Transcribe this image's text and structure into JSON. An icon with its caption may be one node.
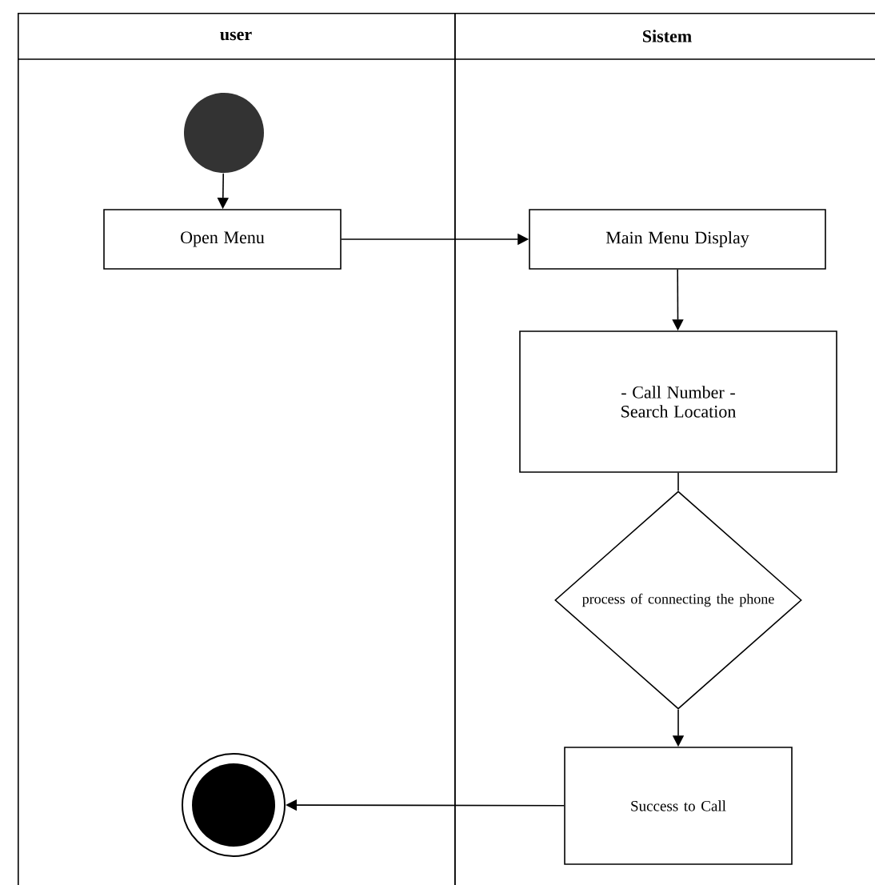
{
  "diagram": {
    "nodes": [
      {
        "text": [
          "user"
        ]
      },
      {
        "text": [
          "Sistem"
        ]
      },
      {
        "text": [],
        "shape": "circle",
        "in": 0
      },
      {
        "text": [
          "Open Menu"
        ],
        "in": 0
      },
      {
        "text": [
          "Main Menu Display"
        ],
        "in": 1
      },
      {
        "text": [
          "- Call Number - Search Location"
        ],
        "in": 1
      },
      {
        "text": [
          "process of connecting the phone"
        ],
        "in": 1
      },
      {
        "text": [
          "Success to Call"
        ],
        "in": 1
      },
      {
        "text": [],
        "shape": "circle",
        "in": 0
      }
    ],
    "edges": [
      {
        "from": 2,
        "to": 3,
        "arrow": "to"
      },
      {
        "from": 3,
        "to": 4,
        "arrow": "to"
      },
      {
        "from": 4,
        "to": 5,
        "arrow": "to"
      },
      {
        "from": 5,
        "to": 6,
        "arrow": "none"
      },
      {
        "from": 6,
        "to": 7,
        "arrow": "to"
      },
      {
        "from": 7,
        "to": 8,
        "arrow": "to"
      }
    ]
  }
}
